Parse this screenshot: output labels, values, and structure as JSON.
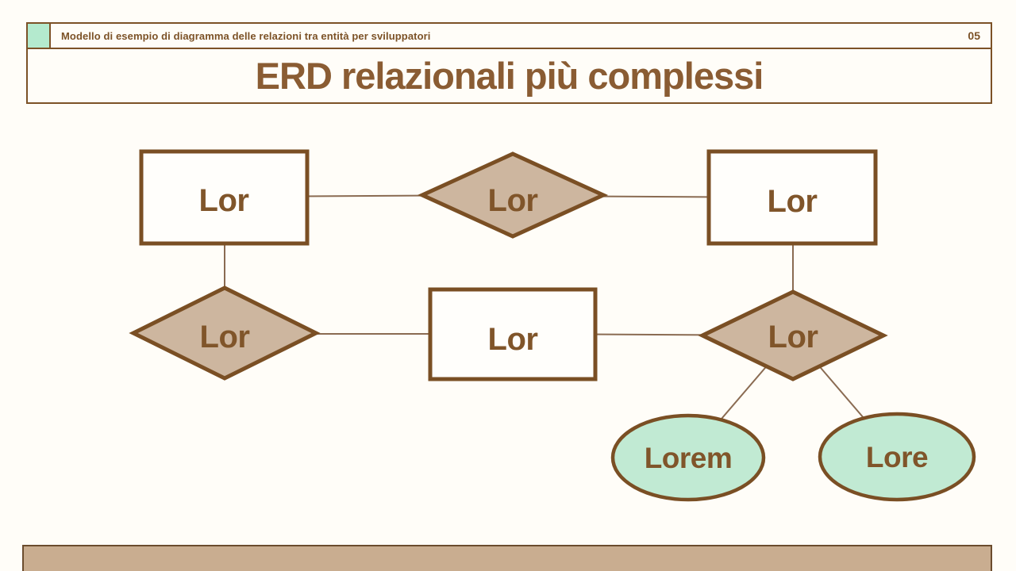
{
  "header": {
    "label": "Modello di esempio di diagramma delle relazioni tra entità per sviluppatori",
    "page_number": "05"
  },
  "title": "ERD relazionali più complessi",
  "colors": {
    "background": "#FFFDF8",
    "border_brown": "#7C5227",
    "shape_border_brown": "#7A4F24",
    "text_brown": "#80552A",
    "title_brown": "#8A5C33",
    "connector_brown": "#8A6B52",
    "diamond_fill_tan": "#CDB69F",
    "ellipse_fill_mint": "#C1EAD3",
    "header_square_mint": "#B4EACE",
    "bottom_bar_tan": "#C9AD90"
  },
  "diagram": {
    "nodes": [
      {
        "id": "entity-top-left",
        "type": "entity",
        "shape": "rectangle",
        "label": "Lor"
      },
      {
        "id": "relationship-top",
        "type": "relationship",
        "shape": "diamond",
        "label": "Lor"
      },
      {
        "id": "entity-top-right",
        "type": "entity",
        "shape": "rectangle",
        "label": "Lor"
      },
      {
        "id": "relationship-middle-left",
        "type": "relationship",
        "shape": "diamond",
        "label": "Lor"
      },
      {
        "id": "entity-middle",
        "type": "entity",
        "shape": "rectangle",
        "label": "Lor"
      },
      {
        "id": "relationship-middle-right",
        "type": "relationship",
        "shape": "diamond",
        "label": "Lor"
      },
      {
        "id": "attribute-left",
        "type": "attribute",
        "shape": "ellipse",
        "label": "Lorem"
      },
      {
        "id": "attribute-right",
        "type": "attribute",
        "shape": "ellipse",
        "label": "Lore"
      }
    ],
    "edges": [
      {
        "from": "entity-top-left",
        "to": "relationship-top"
      },
      {
        "from": "relationship-top",
        "to": "entity-top-right"
      },
      {
        "from": "entity-top-left",
        "to": "relationship-middle-left"
      },
      {
        "from": "relationship-middle-left",
        "to": "entity-middle"
      },
      {
        "from": "entity-middle",
        "to": "relationship-middle-right"
      },
      {
        "from": "entity-top-right",
        "to": "relationship-middle-right"
      },
      {
        "from": "relationship-middle-right",
        "to": "attribute-left"
      },
      {
        "from": "relationship-middle-right",
        "to": "attribute-right"
      }
    ]
  }
}
